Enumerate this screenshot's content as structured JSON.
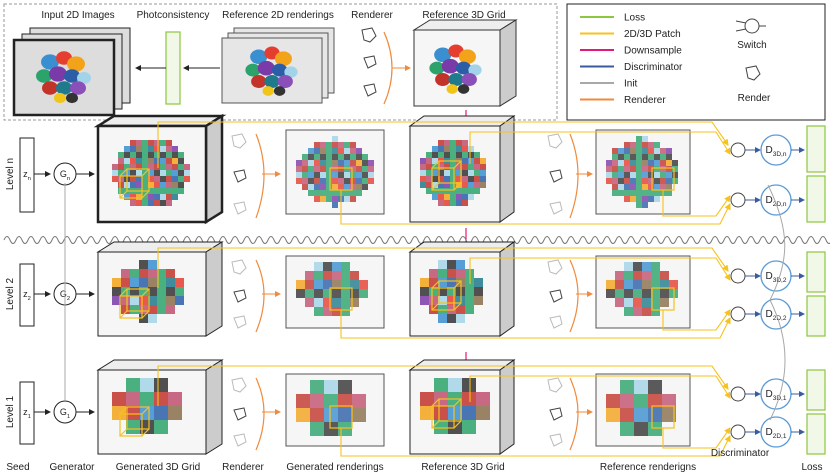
{
  "header": {
    "input_images": "Input 2D Images",
    "photoconsistency": "Photconsistency",
    "reference_renderings": "Reference 2D renderings",
    "renderer": "Renderer",
    "reference_grid": "Reference 3D Grid"
  },
  "legend": {
    "items": [
      {
        "label": "Loss",
        "color": "#8dc63f"
      },
      {
        "label": "2D/3D Patch",
        "color": "#f7c21b"
      },
      {
        "label": "Downsample",
        "color": "#e2197b"
      },
      {
        "label": "Discriminator",
        "color": "#3a5ba0"
      },
      {
        "label": "Init",
        "color": "#a8a8a8"
      },
      {
        "label": "Renderer",
        "color": "#f08a3c"
      }
    ],
    "switch_label": "Switch",
    "render_label": "Render"
  },
  "levels": [
    {
      "label": "Level n",
      "seed": "z",
      "seed_sub": "n",
      "gen": "G",
      "gen_sub": "n",
      "d3": "D",
      "d3_sub": "3D,n",
      "d2": "D",
      "d2_sub": "2D,n"
    },
    {
      "label": "Level 2",
      "seed": "z",
      "seed_sub": "2",
      "gen": "G",
      "gen_sub": "2",
      "d3": "D",
      "d3_sub": "3D,2",
      "d2": "D",
      "d2_sub": "2D,2"
    },
    {
      "label": "Level 1",
      "seed": "z",
      "seed_sub": "1",
      "gen": "G",
      "gen_sub": "1",
      "d3": "D",
      "d3_sub": "3D,1",
      "d2": "D",
      "d2_sub": "2D,1"
    }
  ],
  "footer": {
    "seed": "Seed",
    "generator": "Generator",
    "generated_grid": "Generated 3D Grid",
    "renderer": "Renderer",
    "generated_renderings": "Generated renderings",
    "reference_grid": "Reference 3D Grid",
    "reference_renderings": "Reference renderigns",
    "discriminator": "Discriminator",
    "loss": "Loss"
  },
  "colors": {
    "loss": "#8dc63f",
    "patch": "#f7c21b",
    "downsample": "#e2197b",
    "discriminator": "#3a5ba0",
    "init": "#a8a8a8",
    "renderer": "#f08a3c",
    "disc_circle": "#5b9bd5"
  }
}
